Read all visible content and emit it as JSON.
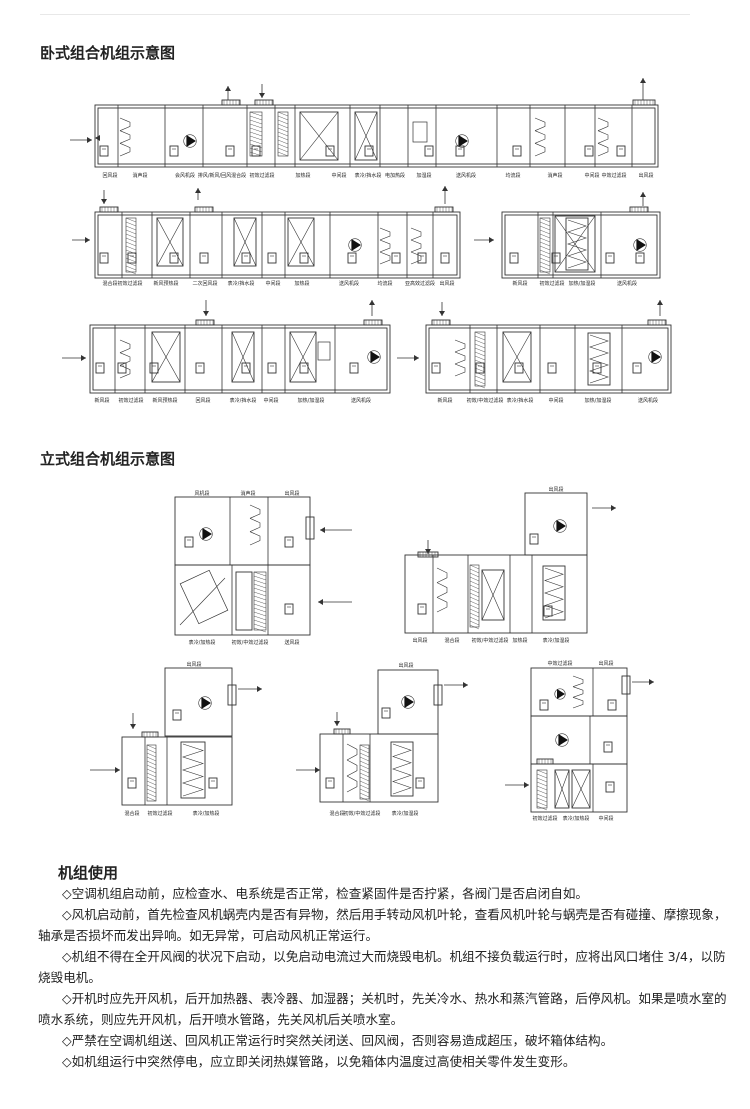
{
  "sections": {
    "horizontal_title": "卧式组合机组示意图",
    "vertical_title": "立式组合机组示意图",
    "usage_title": "机组使用"
  },
  "labels": {
    "r1": [
      "回风段",
      "消声段",
      "会风机段",
      "排风/新风/回风混合段",
      "初效过滤段",
      "加热段",
      "中间段",
      "表冷/挡水段",
      "电加热段",
      "加湿段",
      "送风机段",
      "均流段",
      "消声段",
      "中间段",
      "中效过滤段",
      "出风段"
    ],
    "r2a": [
      "混合段",
      "初效过滤段",
      "新风预热段",
      "二次回风段",
      "表冷/挡水段",
      "中间段",
      "加热段",
      "送风机段",
      "均流段",
      "亚高效过滤段",
      "出风段"
    ],
    "r2b": [
      "新风段",
      "初效过滤段",
      "加热/加湿段",
      "送风机段"
    ],
    "r3a": [
      "新风段",
      "初效过滤段",
      "新风预热段",
      "回风段",
      "表冷/挡水段",
      "中间段",
      "加热/加湿段",
      "送风机段"
    ],
    "r3b": [
      "新风段",
      "初效/中效过滤段",
      "表冷/挡水段",
      "中间段",
      "加热/加湿段",
      "送风机段"
    ],
    "v1": [
      "风机段",
      "消声段",
      "出风段",
      "表冷/加热段",
      "初效/中效过滤段",
      "送风段"
    ],
    "v2": [
      "出风段",
      "混合段",
      "初效/中效过滤段",
      "加热段",
      "表冷/加湿段"
    ],
    "v3": [
      "出风段",
      "混合段",
      "初效过滤段",
      "表冷/加热段"
    ],
    "v4": [
      "出风段",
      "混合段",
      "初效/中效过滤段",
      "表冷/加湿段"
    ],
    "v5": [
      "中效过滤段",
      "出风段",
      "初效过滤段 ",
      "表冷/加热段",
      "中间段"
    ]
  },
  "paragraphs": [
    "◇空调机组启动前，应检查水、电系统是否正常，检查紧固件是否拧紧，各阀门是否启闭自如。",
    "◇风机启动前，首先检查风机蜗壳内是否有异物，然后用手转动风机叶轮，查看风机叶轮与蜗壳是否有碰撞、摩擦现象，轴承是否损坏而发出异响。如无异常，可启动风机正常运行。",
    "◇机组不得在全开风阀的状况下启动，以免启动电流过大而烧毁电机。机组不接负载运行时，应将出风口堵住 3/4，以防烧毁电机。",
    "◇开机时应先开风机，后开加热器、表冷器、加湿器；关机时，先关冷水、热水和蒸汽管路，后停风机。如果是喷水室的喷水系统，则应先开风机，后开喷水管路，先关风机后关喷水室。",
    "◇严禁在空调机组送、回风机正常运行时突然关闭送、回风阀，否则容易造成超压，破坏箱体结构。",
    "◇如机组运行中突然停电，应立即关闭热媒管路，以免箱体内温度过高使相关零件发生变形。"
  ],
  "colors": {
    "line": "#333333",
    "text": "#222222"
  }
}
